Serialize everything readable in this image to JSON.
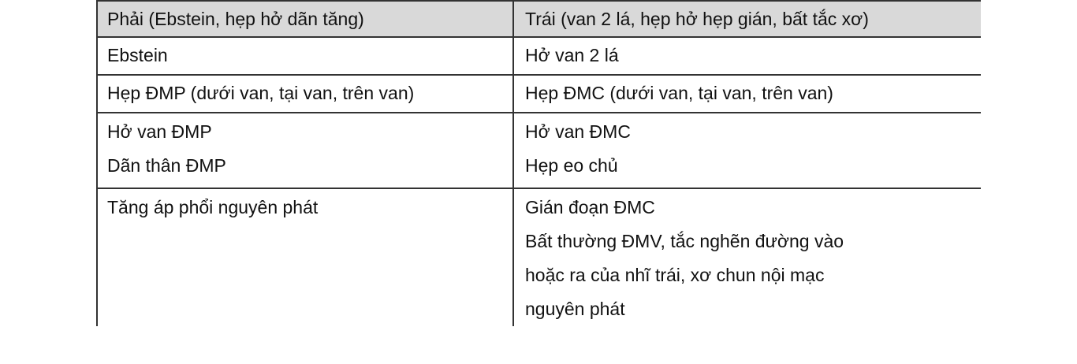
{
  "table": {
    "header": {
      "left": "Phải (Ebstein, hẹp hở dãn tăng)",
      "right": "Trái (van 2 lá, hẹp hở hẹp gián, bất tắc xơ)"
    },
    "rows": [
      {
        "left": [
          "Ebstein"
        ],
        "right": [
          "Hở van 2 lá"
        ]
      },
      {
        "left": [
          "Hẹp ĐMP (dưới van, tại van, trên van)"
        ],
        "right": [
          "Hẹp ĐMC (dưới van, tại van, trên van)"
        ]
      },
      {
        "left": [
          "Hở van ĐMP",
          "Dãn thân ĐMP"
        ],
        "right": [
          "Hở van ĐMC",
          "Hẹp eo chủ"
        ]
      },
      {
        "left": [
          "Tăng áp phổi nguyên phát"
        ],
        "right": [
          "Gián đoạn ĐMC",
          "Bất thường ĐMV, tắc nghẽn đường vào",
          "hoặc ra của nhĩ trái, xơ chun nội mạc",
          "nguyên phát"
        ]
      }
    ]
  }
}
